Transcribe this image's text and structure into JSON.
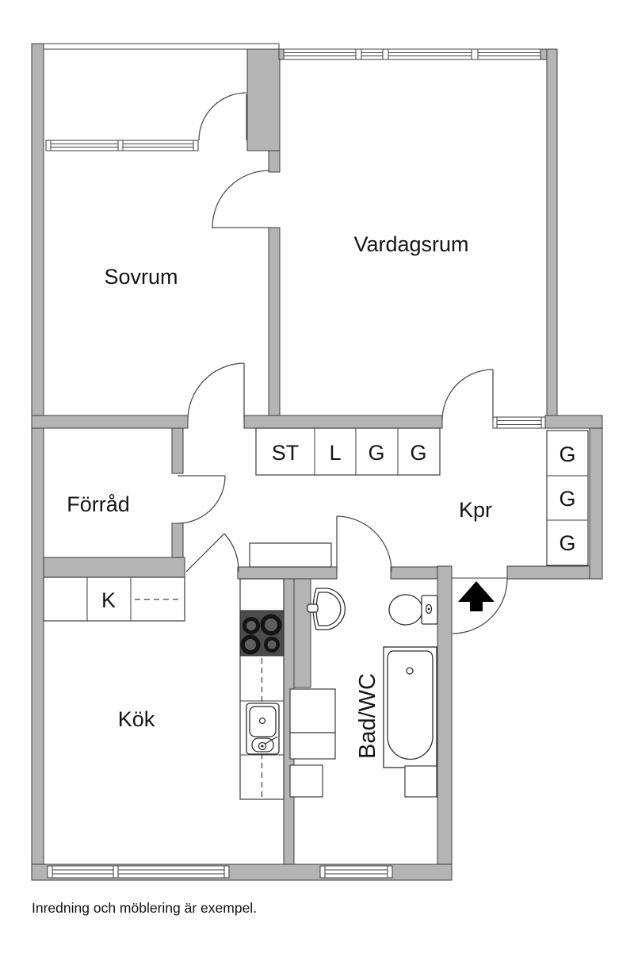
{
  "colors": {
    "background": "#ffffff",
    "wall_fill": "#b4b4b4",
    "wall_outline": "#3d3d3d",
    "line": "#3d3d3d",
    "door_line": "#4f4f4f",
    "stove_dark": "#4b4b4b",
    "arrow_black": "#000000",
    "text": "#141414"
  },
  "rooms": {
    "sovrum": "Sovrum",
    "vardagsrum": "Vardagsrum",
    "forrad": "Förråd",
    "kpr": "Kpr",
    "kok": "Kök",
    "bad_wc": "Bad/WC"
  },
  "closets": {
    "hall_row": [
      "ST",
      "L",
      "G",
      "G"
    ],
    "kpr_column": [
      "G",
      "G",
      "G"
    ],
    "kitchen_unit": "K"
  },
  "caption": "Inredning och möblering är exempel."
}
